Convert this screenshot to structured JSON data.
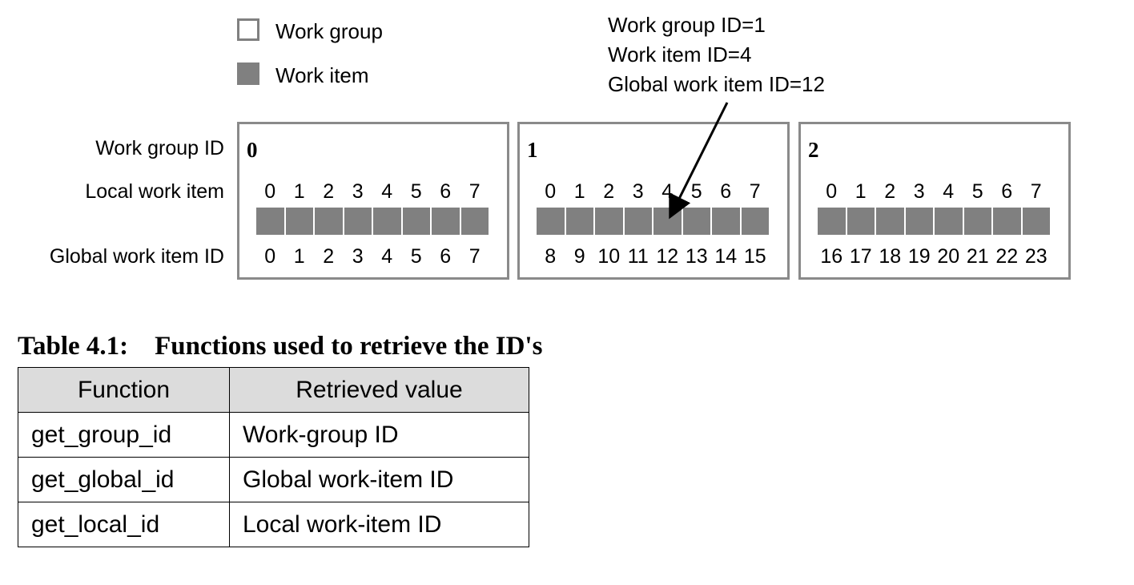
{
  "legend": {
    "work_group": "Work group",
    "work_item": "Work item"
  },
  "annotation": {
    "line1": "Work group ID=1",
    "line2": "Work item ID=4",
    "line3": "Global work item ID=12"
  },
  "row_labels": {
    "work_group_id": "Work group ID",
    "local_work_item": "Local work item",
    "global_work_item_id": "Global work item ID"
  },
  "groups": [
    {
      "id": "0",
      "local": [
        "0",
        "1",
        "2",
        "3",
        "4",
        "5",
        "6",
        "7"
      ],
      "global": [
        "0",
        "1",
        "2",
        "3",
        "4",
        "5",
        "6",
        "7"
      ]
    },
    {
      "id": "1",
      "local": [
        "0",
        "1",
        "2",
        "3",
        "4",
        "5",
        "6",
        "7"
      ],
      "global": [
        "8",
        "9",
        "10",
        "11",
        "12",
        "13",
        "14",
        "15"
      ]
    },
    {
      "id": "2",
      "local": [
        "0",
        "1",
        "2",
        "3",
        "4",
        "5",
        "6",
        "7"
      ],
      "global": [
        "16",
        "17",
        "18",
        "19",
        "20",
        "21",
        "22",
        "23"
      ]
    }
  ],
  "table": {
    "caption": "Table 4.1:    Functions used to retrieve the ID's",
    "headers": [
      "Function",
      "Retrieved value"
    ],
    "rows": [
      [
        "get_group_id",
        "Work-group ID"
      ],
      [
        "get_global_id",
        "Global work-item ID"
      ],
      [
        "get_local_id",
        "Local work-item ID"
      ]
    ]
  },
  "colors": {
    "work_item_fill": "#808080",
    "group_border": "#8a8a8a",
    "table_header_bg": "#dcdcdc"
  }
}
